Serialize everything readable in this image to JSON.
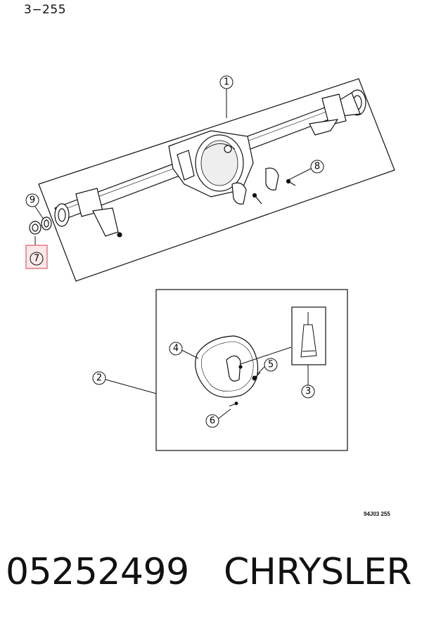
{
  "header": {
    "page_code": "3−255"
  },
  "footer": {
    "drawing_id": "94J03 255",
    "part_number": "05252499",
    "brand": "CHRYSLER"
  },
  "callouts": {
    "c1": "1",
    "c2": "2",
    "c3": "3",
    "c4": "4",
    "c5": "5",
    "c6": "6",
    "c7": "7",
    "c8": "8",
    "c9": "9"
  },
  "colors": {
    "highlight": "#e05a6a",
    "ink": "#111111"
  }
}
